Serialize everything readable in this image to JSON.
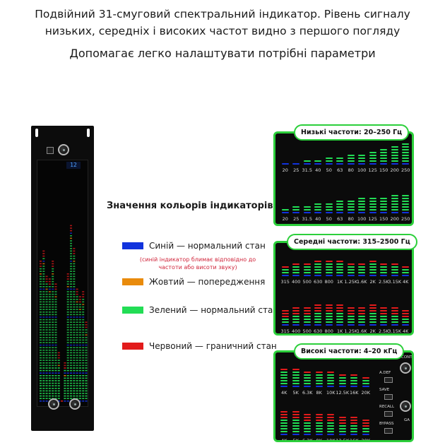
{
  "header": {
    "line1": "Подвійний 31-смуговий спектральний індикатор. Рівень сигналу",
    "line2": "низьких, середніх і високих частот видно з першого погляду",
    "line3": "Допомагає легко налаштувати потрібні параметри"
  },
  "device": {
    "display_value": "12",
    "icons": [
      "knob-icon",
      "power-button-icon"
    ]
  },
  "legend": {
    "title": "Значення кольорів індикаторів:",
    "items": [
      {
        "label": "Синій — нормальний стан",
        "color": "#1133dd"
      },
      {
        "label": "Жовтий — попередження",
        "color": "#e98b0c"
      },
      {
        "label": "Зелений — нормальний стан",
        "color": "#22dd55"
      },
      {
        "label": "Червоний — граничний стан",
        "color": "#e21b1b"
      }
    ],
    "note": "(синій індикатор блимає відповідно до частоти або висоти звуку)"
  },
  "panels": {
    "low": {
      "title": "Низькі частоти: 20–250 Гц",
      "freqs": [
        "20",
        "25",
        "31.5",
        "40",
        "50",
        "63",
        "80",
        "100",
        "125",
        "150",
        "200",
        "250"
      ]
    },
    "mid": {
      "title": "Середні частоти: 315–2500 Гц",
      "freqs": [
        "315",
        "400",
        "500",
        "630",
        "800",
        "1K",
        "1.25K",
        "1.6K",
        "2K",
        "2.5K",
        "3.15K",
        "4K"
      ]
    },
    "high": {
      "title": "Високі частоти: 4–20 кГц",
      "freqs": [
        "4K",
        "5K",
        "6.3K",
        "8K",
        "10K",
        "12.5K",
        "16K",
        "20K"
      ],
      "buttons": [
        "A.DEF",
        "SAVE",
        "RECALL",
        "BYPASS"
      ],
      "side_labels": [
        "CONT",
        "GA"
      ]
    }
  },
  "colors": {
    "blue": "#1133dd",
    "green": "#22dd55",
    "red": "#e21b1b",
    "orange": "#e98b0c",
    "panel_border": "#2ccf3b"
  }
}
